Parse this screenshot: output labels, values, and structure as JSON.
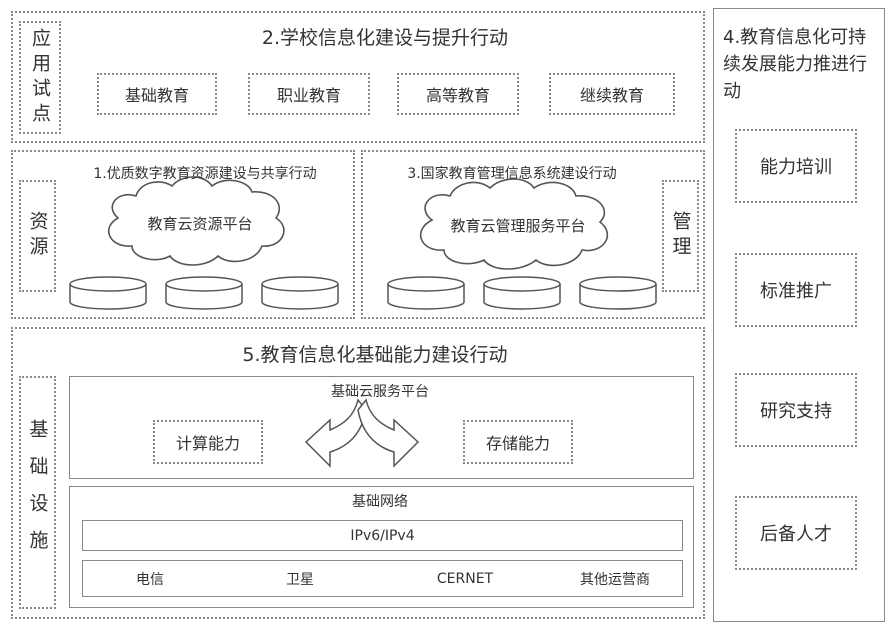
{
  "section2": {
    "title": "2.学校信息化建设与提升行动",
    "side_label": "应用试点",
    "items": [
      "基础教育",
      "职业教育",
      "高等教育",
      "继续教育"
    ]
  },
  "section1": {
    "title": "1.优质数字教育资源建设与共享行动",
    "side_label": "资源",
    "cloud": "教育云资源平台"
  },
  "section3": {
    "title": "3.国家教育管理信息系统建设行动",
    "side_label": "管理",
    "cloud": "教育云管理服务平台"
  },
  "section4": {
    "title": "4.教育信息化可持续发展能力推进行动",
    "items": [
      "能力培训",
      "标准推广",
      "研究支持",
      "后备人才"
    ]
  },
  "section5": {
    "title": "5.教育信息化基础能力建设行动",
    "side_label": "基础设施",
    "cloud_platform": {
      "title": "基础云服务平台",
      "left": "计算能力",
      "right": "存储能力"
    },
    "network": {
      "title": "基础网络",
      "protocol": "IPv6/IPv4",
      "carriers": [
        "电信",
        "卫星",
        "CERNET",
        "其他运营商"
      ]
    }
  }
}
